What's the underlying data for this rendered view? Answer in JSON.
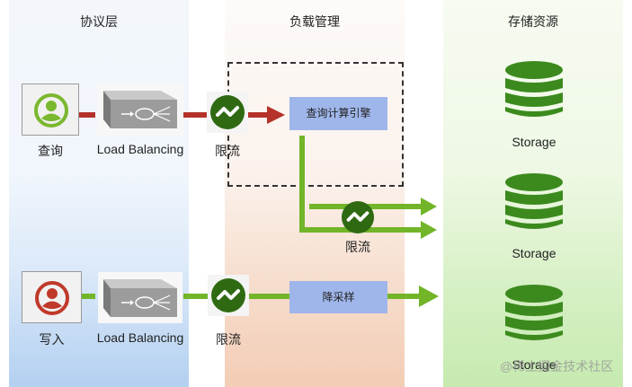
{
  "columns": {
    "protocol": {
      "title": "协议层"
    },
    "load": {
      "title": "负载管理"
    },
    "storage": {
      "title": "存储资源"
    }
  },
  "query_row": {
    "client_label": "查询",
    "client_icon": "user-icon",
    "client_color": "#7ab82e",
    "lb_label": "Load Balancing",
    "limiter_label": "限流",
    "engine_label": "查询计算引擎",
    "line_color": "#b5322a"
  },
  "storage_row": {
    "limiter_label": "限流",
    "line_color": "#72b529"
  },
  "write_row": {
    "client_label": "写入",
    "client_icon": "user-icon",
    "client_color": "#c0392b",
    "lb_label": "Load Balancing",
    "limiter_label": "限流",
    "engine_label": "降采样",
    "line_color": "#72b529"
  },
  "storage_nodes": [
    {
      "label": "Storage"
    },
    {
      "label": "Storage"
    },
    {
      "label": "Storage"
    }
  ],
  "colors": {
    "limiter": "#2f6a12",
    "storage": "#3c8a1e",
    "engine_bg": "#9fb6ea"
  },
  "watermark": "@稀土掘金技术社区"
}
